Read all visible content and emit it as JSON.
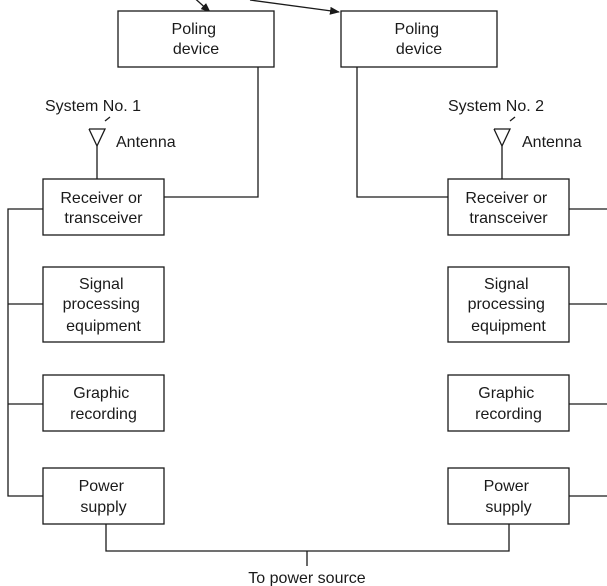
{
  "systems": {
    "left": {
      "label": "System No. 1",
      "antenna": "Antenna",
      "poling": [
        "Poling",
        "device"
      ],
      "receiver": [
        "Receiver or",
        "transceiver"
      ],
      "signal": [
        "Signal",
        "processing",
        "equipment"
      ],
      "graphic": [
        "Graphic",
        "recording"
      ],
      "power": [
        "Power",
        "supply"
      ]
    },
    "right": {
      "label": "System No. 2",
      "antenna": "Antenna",
      "poling": [
        "Poling",
        "device"
      ],
      "receiver": [
        "Receiver or",
        "transceiver"
      ],
      "signal": [
        "Signal",
        "processing",
        "equipment"
      ],
      "graphic": [
        "Graphic",
        "recording"
      ],
      "power": [
        "Power",
        "supply"
      ]
    }
  },
  "power_source": "To power source"
}
